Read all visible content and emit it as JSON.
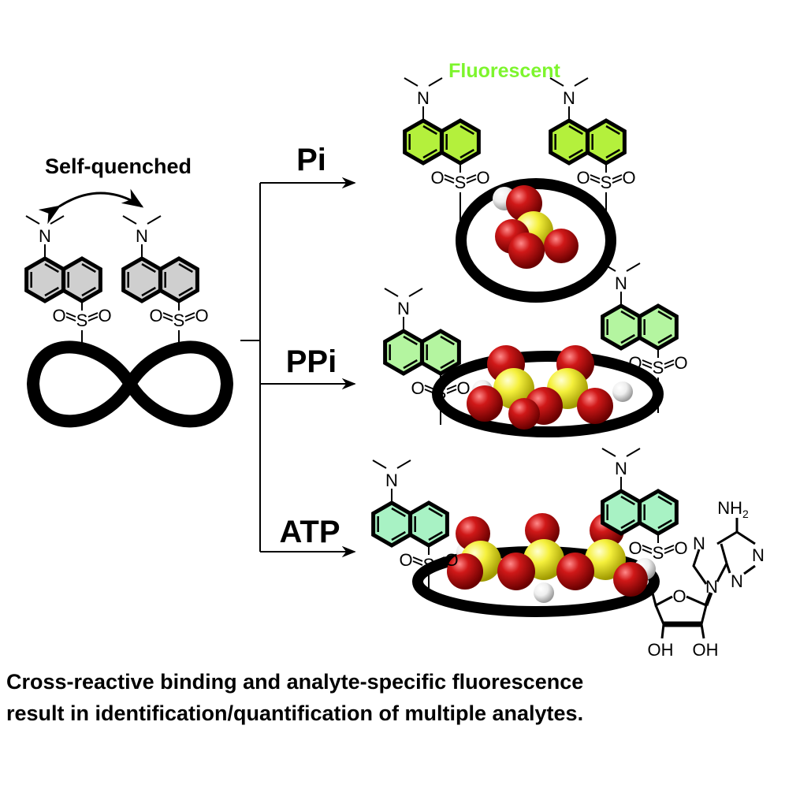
{
  "labels": {
    "self_quenched": "Self-quenched",
    "fluorescent": "Fluorescent",
    "pi": "Pi",
    "ppi": "PPi",
    "atp": "ATP"
  },
  "caption": {
    "line1": "Cross-reactive binding and analyte-specific fluorescence",
    "line2": "result in identification/quantification of multiple analytes."
  },
  "atoms": {
    "N": "N",
    "S": "S",
    "O": "O",
    "NH2": "NH",
    "sub2": "2",
    "OH": "OH"
  },
  "colors": {
    "quenched": "#cfcfcf",
    "pi": "#b4f03c",
    "ppi": "#b4f5a0",
    "atp": "#a8f2c4",
    "fluorescent_text": "#7df52d",
    "oxygen": "#c81414",
    "phosphorus": "#f5f03c",
    "hydrogen": "#f0f0f0"
  }
}
